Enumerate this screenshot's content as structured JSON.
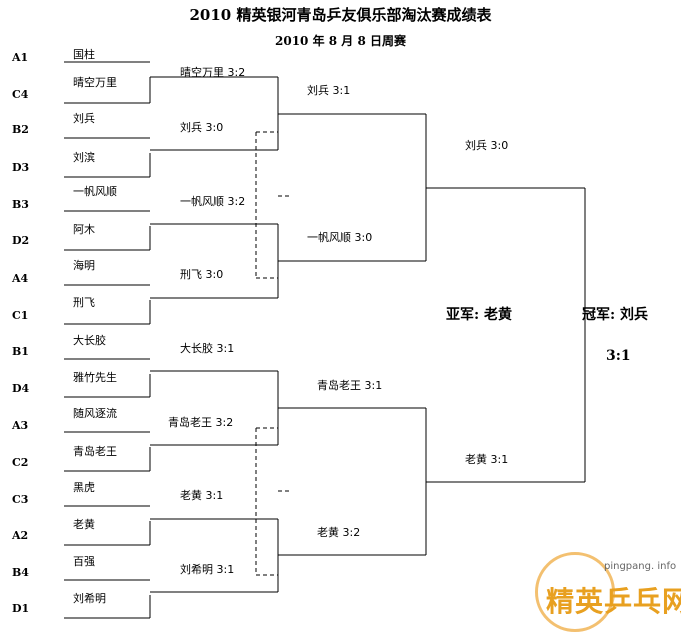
{
  "title": "2010 精英银河青岛乒友俱乐部淘汰赛成绩表",
  "subtitle": "2010 年 8 月 8 日周赛",
  "seeds": [
    "A1",
    "C4",
    "B2",
    "D3",
    "B3",
    "D2",
    "A4",
    "C1",
    "B1",
    "D4",
    "A3",
    "C2",
    "C3",
    "A2",
    "B4",
    "D1"
  ],
  "players": [
    "国柱",
    "晴空万里",
    "刘兵",
    "刘滨",
    "一帆风顺",
    "阿木",
    "海明",
    "刑飞",
    "大长胶",
    "雅竹先生",
    "随风逐流",
    "青岛老王",
    "黑虎",
    "老黄",
    "百强",
    "刘希明"
  ],
  "round1": [
    "晴空万里 3:2",
    "刘兵 3:0",
    "一帆风顺 3:2",
    "刑飞 3:0",
    "大长胶 3:1",
    "青岛老王 3:2",
    "老黄 3:1",
    "刘希明 3:1"
  ],
  "round2": [
    "刘兵 3:1",
    "一帆风顺 3:0",
    "青岛老王 3:1",
    "老黄 3:2"
  ],
  "round3": [
    "刘兵 3:0",
    "老黄 3:1"
  ],
  "runner_up": "亚军:  老黄",
  "champion": "冠军:  刘兵",
  "final_score": "3:1",
  "watermark": {
    "url": "pingpang. info",
    "logo": "精英乒乓网"
  }
}
